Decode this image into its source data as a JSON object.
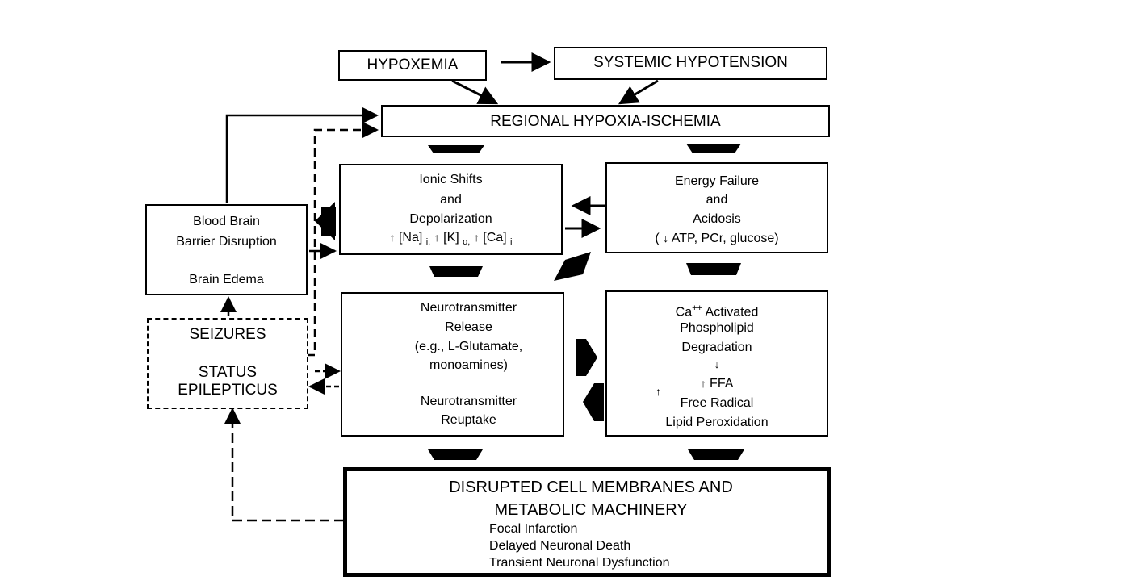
{
  "boxes": {
    "hypoxemia": "HYPOXEMIA",
    "systemic_hypotension": "SYSTEMIC HYPOTENSION",
    "regional_hypoxia": "REGIONAL HYPOXIA-ISCHEMIA",
    "ionic": {
      "line1": "Ionic Shifts",
      "line2": "and",
      "line3": "Depolarization",
      "na": "[Na]",
      "na_sub": "i,",
      "k": "[K]",
      "k_sub": "o,",
      "ca": "[Ca]",
      "ca_sub": "i"
    },
    "energy": {
      "line1": "Energy Failure",
      "line2": "and",
      "line3": "Acidosis",
      "line4_open": "(",
      "line4_rest": "ATP, PCr, glucose)"
    },
    "bbb": {
      "line1": "Blood Brain",
      "line2": "Barrier Disruption",
      "line3": "Brain Edema"
    },
    "seizures": {
      "line1": "SEIZURES",
      "line2": "STATUS",
      "line3": "EPILEPTICUS"
    },
    "neuro": {
      "line1": "Neurotransmitter",
      "line2": "Release",
      "line3": "(e.g., L-Glutamate,",
      "line4": "monoamines)",
      "line5": "Neurotransmitter",
      "line6": "Reuptake"
    },
    "ca": {
      "ca_text": "Ca",
      "ca_sup": "++",
      "line1_rest": "Activated",
      "line2": "Phospholipid",
      "line3": "Degradation",
      "ffa": "FFA",
      "line5": "Free Radical",
      "line6": "Lipid Peroxidation"
    },
    "disrupted": {
      "line1": "DISRUPTED CELL MEMBRANES AND",
      "line2": "METABOLIC MACHINERY",
      "line3": "Focal Infarction",
      "line4": "Delayed Neuronal Death",
      "line5": "Transient Neuronal Dysfunction"
    }
  },
  "glyphs": {
    "up": "↑",
    "down": "↓"
  },
  "colors": {
    "ink": "#000000",
    "background": "#ffffff"
  }
}
